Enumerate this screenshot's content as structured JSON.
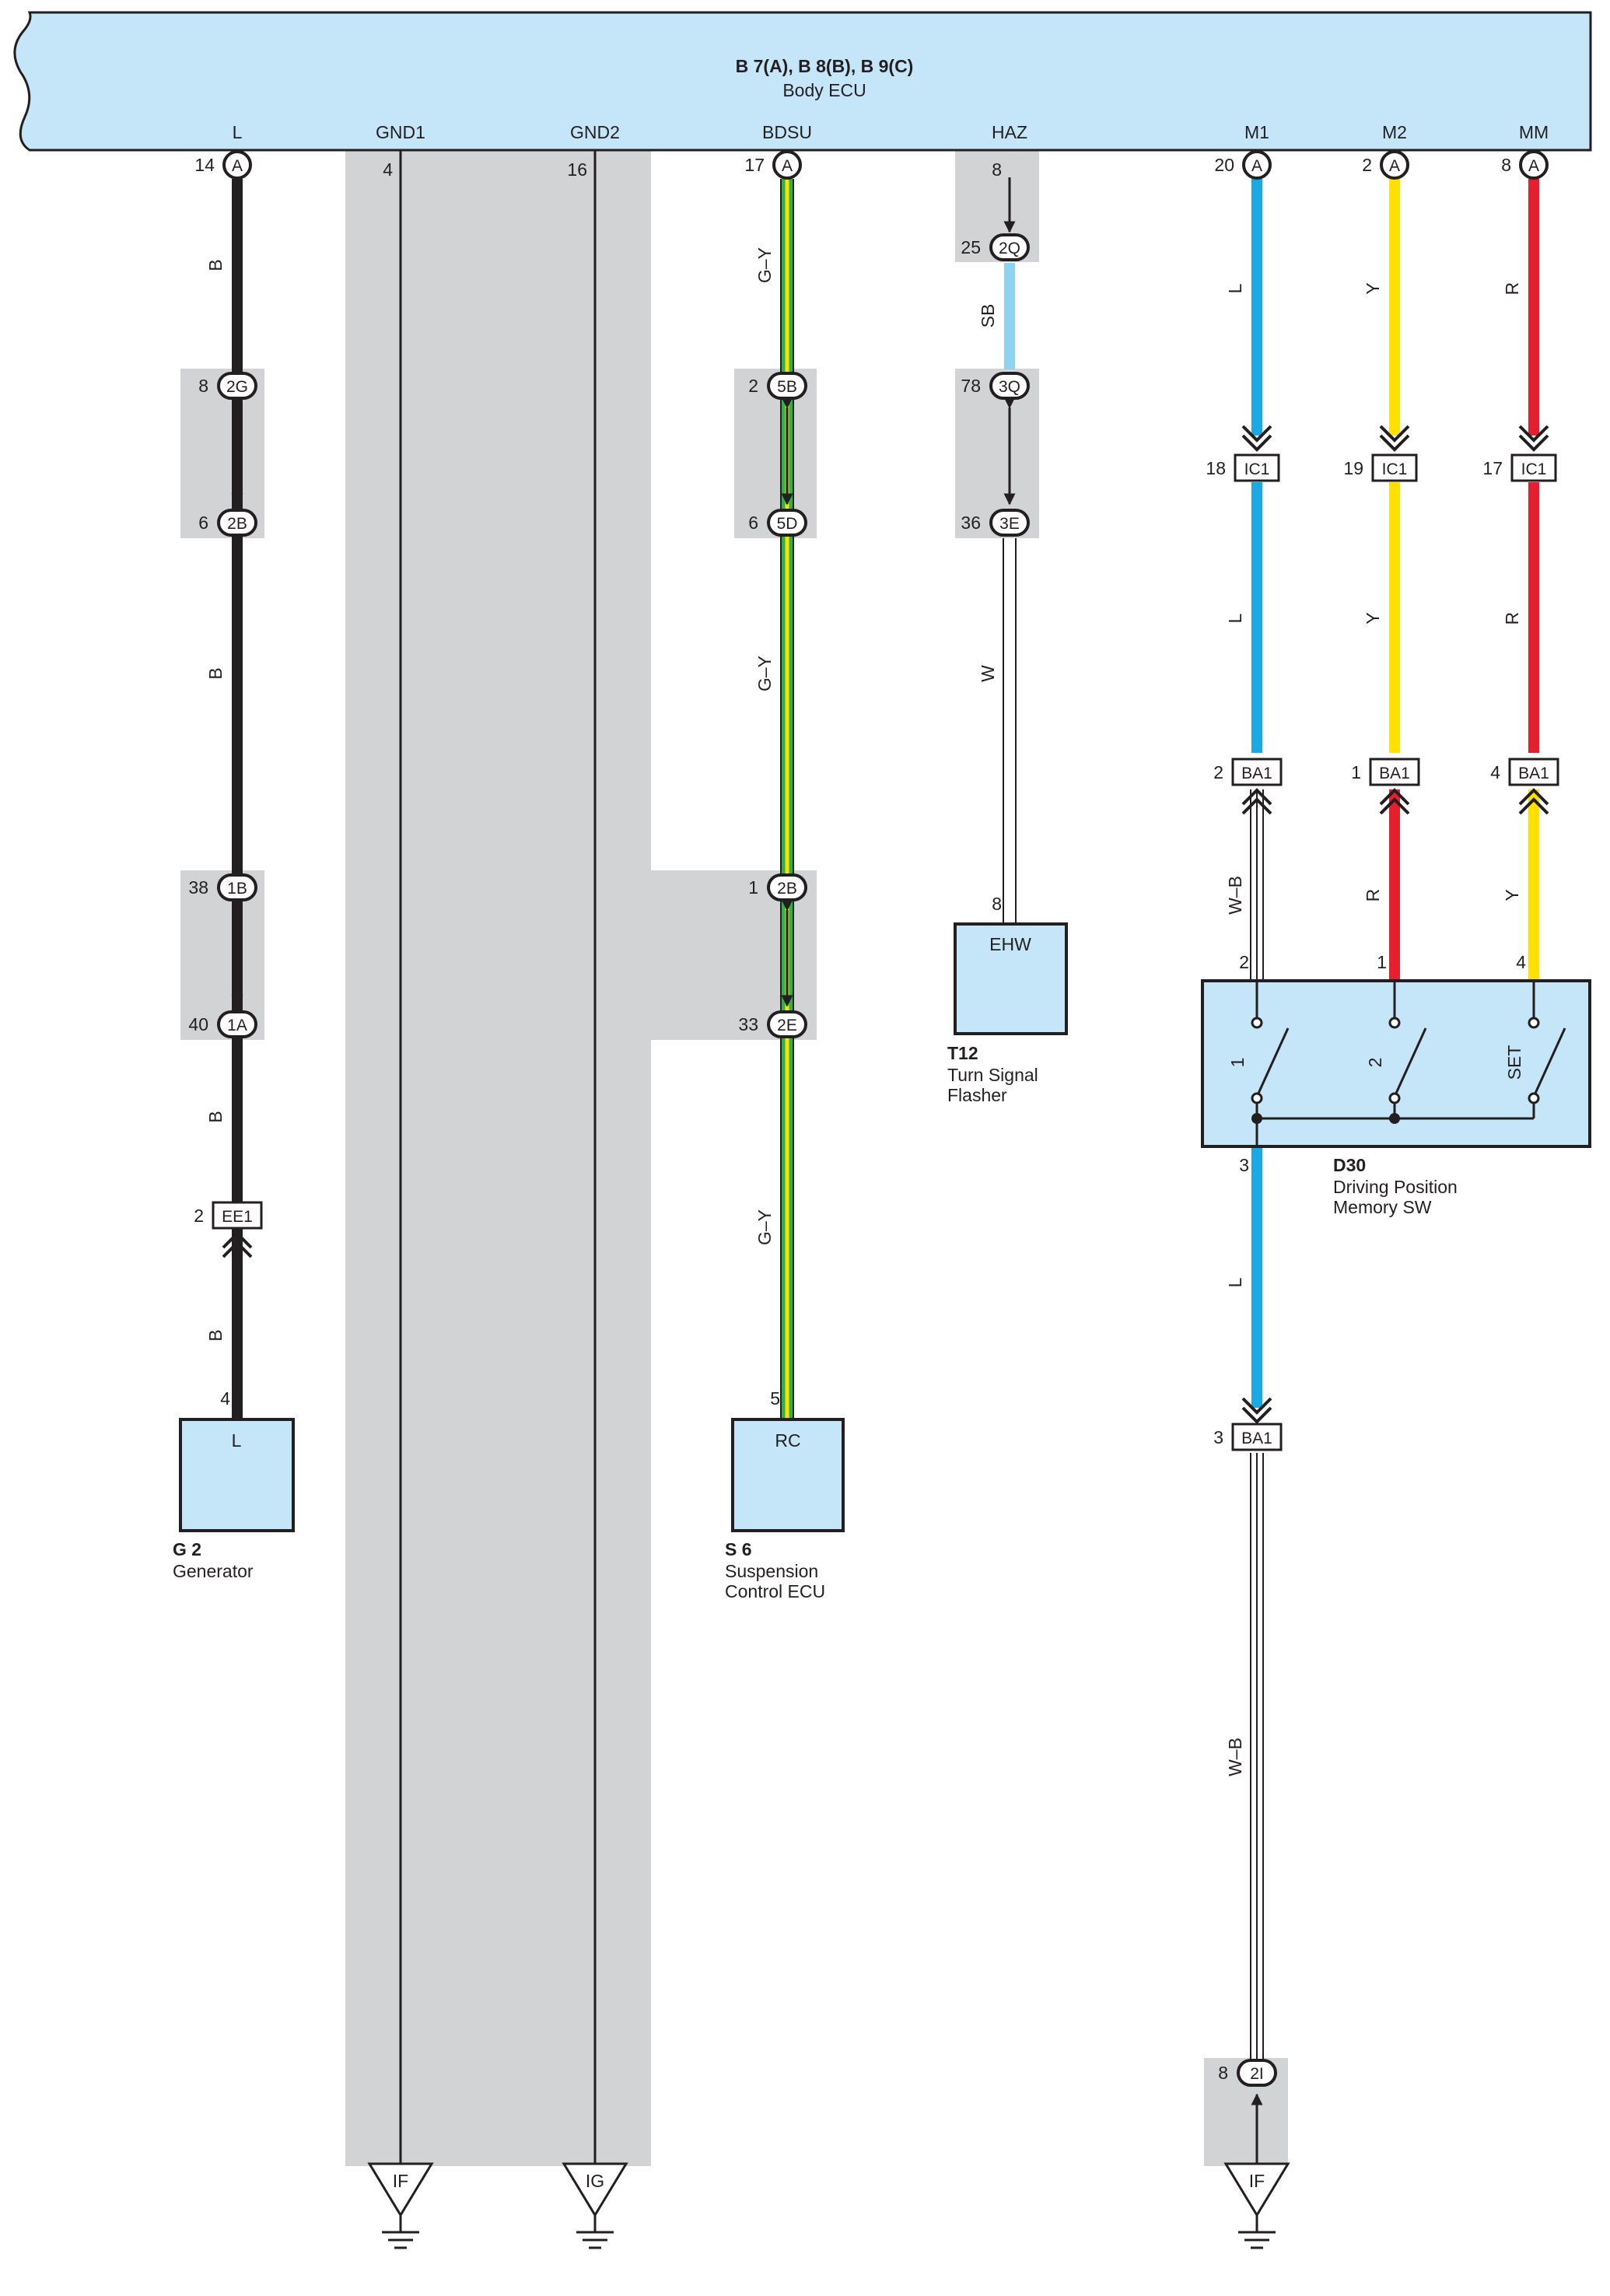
{
  "ecu": {
    "title": "B 7(A), B 8(B), B 9(C)",
    "subtitle": "Body ECU",
    "pins": [
      "L",
      "GND1",
      "GND2",
      "BDSU",
      "HAZ",
      "M1",
      "M2",
      "MM"
    ]
  },
  "ecu_connector": "A",
  "pin_numbers": {
    "l": "14",
    "gnd1": "4",
    "gnd2": "16",
    "bdsu": "17",
    "haz": "8",
    "m1": "20",
    "m2": "2",
    "mm": "8"
  },
  "wire_colors": {
    "col_l": [
      "B",
      "B",
      "B",
      "B"
    ],
    "col_bdsu": [
      "G–Y",
      "G–Y",
      "G–Y"
    ],
    "col_haz": [
      "SB",
      "W"
    ],
    "col_m1": [
      "L",
      "L",
      "W–B",
      "L",
      "W–B"
    ],
    "col_m2": [
      "Y",
      "Y",
      "R"
    ],
    "col_mm": [
      "R",
      "R",
      "Y"
    ]
  },
  "connectors": {
    "c_2g": {
      "pin": "8",
      "name": "2G"
    },
    "c_2b_l": {
      "pin": "6",
      "name": "2B"
    },
    "c_1b": {
      "pin": "38",
      "name": "1B"
    },
    "c_1a": {
      "pin": "40",
      "name": "1A"
    },
    "c_ee1": {
      "pin": "2",
      "name": "EE1"
    },
    "c_5b": {
      "pin": "2",
      "name": "5B"
    },
    "c_5d": {
      "pin": "6",
      "name": "5D"
    },
    "c_2b_r": {
      "pin": "1",
      "name": "2B"
    },
    "c_2e": {
      "pin": "33",
      "name": "2E"
    },
    "c_2q": {
      "pin": "25",
      "name": "2Q"
    },
    "c_3q": {
      "pin": "78",
      "name": "3Q"
    },
    "c_3e": {
      "pin": "36",
      "name": "3E"
    },
    "c_ic1_a": {
      "pin": "18",
      "name": "IC1"
    },
    "c_ic1_b": {
      "pin": "19",
      "name": "IC1"
    },
    "c_ic1_c": {
      "pin": "17",
      "name": "IC1"
    },
    "c_ba1_a": {
      "pin": "2",
      "name": "BA1"
    },
    "c_ba1_b": {
      "pin": "1",
      "name": "BA1"
    },
    "c_ba1_c": {
      "pin": "4",
      "name": "BA1"
    },
    "c_ba1_d": {
      "pin": "3",
      "name": "BA1"
    },
    "c_2i": {
      "pin": "8",
      "name": "2I"
    }
  },
  "components": {
    "generator": {
      "code": "G 2",
      "name": "Generator",
      "pin_label": "L",
      "pin": "4"
    },
    "suspension": {
      "code": "S 6",
      "name1": "Suspension",
      "name2": "Control ECU",
      "pin_label": "RC",
      "pin": "5"
    },
    "flasher": {
      "code": "T12",
      "name1": "Turn Signal",
      "name2": "Flasher",
      "pin_label": "EHW",
      "pin": "8"
    },
    "memory_sw": {
      "code": "D30",
      "name1": "Driving Position",
      "name2": "Memory SW",
      "switch_labels": [
        "1",
        "2",
        "SET"
      ],
      "pins_top": [
        "2",
        "1",
        "4"
      ],
      "pin_bottom": "3"
    }
  },
  "grounds": {
    "g1": "IF",
    "g2": "IG",
    "g3": "IF"
  },
  "colors": {
    "ecu_fill": "#c5e6f8",
    "shade": "#d1d3d4",
    "black": "#231f20",
    "blue": "#1ba9e6",
    "yellow": "#ffe000",
    "red": "#e4202f",
    "sky": "#8fd3f2",
    "green": "#2bb34a"
  }
}
